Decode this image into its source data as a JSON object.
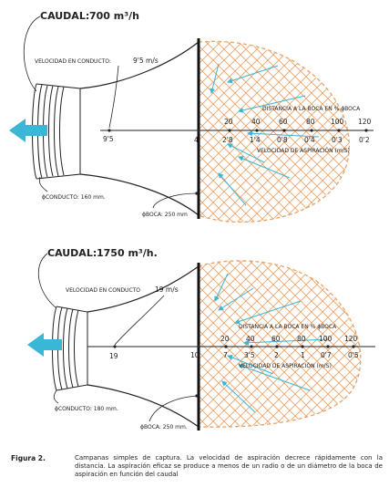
{
  "figure_top": {
    "caudal_label": "CAUDAL:",
    "caudal_value": "700 m³/h",
    "duct_velocity_label": "VELOCIDAD EN CONDUCTO:",
    "duct_velocity_value": "9'5 m/s",
    "distance_label": "DISTANCIA A LA BOCA EN % ϕBOCA",
    "suction_velocity_label": "VELOCIDAD DE ASPIRACIÓN (m/S)",
    "duct_diameter_label": "ϕCONDUCTO: 160 mm.",
    "mouth_diameter_label": "ϕBOCA: 250 mm",
    "duct_marker": "9'5",
    "distance_ticks": [
      "20",
      "40",
      "60",
      "80",
      "100",
      "120"
    ],
    "velocity_ticks": [
      "4",
      "2'8",
      "1'4",
      "0'8",
      "0'4",
      "0'3",
      "0'2"
    ]
  },
  "figure_bottom": {
    "caudal_label": "CAUDAL:",
    "caudal_value": "1750 m³/h.",
    "duct_velocity_label": "VELOCIDAD EN CONDUCTO",
    "duct_velocity_value": "19 m/s",
    "distance_label": "DISTANCIA A LA BOCA EN % ϕBOCA",
    "suction_velocity_label": "VELOCIDAD DE ASPIRACIÓN (m/S)",
    "duct_diameter_label": "ϕCONDUCTO: 180 mm.",
    "mouth_diameter_label": "ϕBOCA: 250 mm.",
    "duct_marker": "19",
    "distance_ticks": [
      "20",
      "40",
      "60",
      "80",
      "100",
      "120"
    ],
    "velocity_ticks": [
      "10",
      "7",
      "3'5",
      "2",
      "1",
      "0'7",
      "0'5"
    ]
  },
  "caption": {
    "label": "Figura 2.",
    "text": "Campanas simples de captura. La velocidad de aspiración decrece rápidamente con la distancia. La aspiración eficaz se produce a menos de un radio o de un diámetro de la boca de aspiración en función del caudal"
  },
  "colors": {
    "ink": "#222222",
    "hatch_fill": "#e8a36a",
    "flow_arrow": "#3ab6d6"
  }
}
